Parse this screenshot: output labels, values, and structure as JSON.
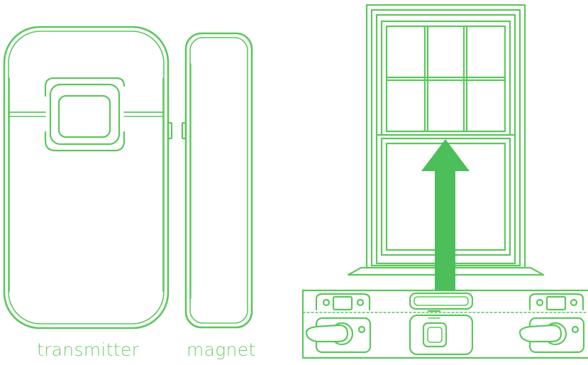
{
  "labels": {
    "transmitter": "transmitter",
    "magnet": "magnet"
  },
  "colors": {
    "line": "#5cc75c",
    "arrow": "#4cbe5a",
    "label_text": "#6fcf6f",
    "background": "#ffffff"
  },
  "icons": [
    "transmitter-device",
    "magnet-device",
    "double-hung-window",
    "up-arrow",
    "sash-lock",
    "window-sill-sensor"
  ]
}
